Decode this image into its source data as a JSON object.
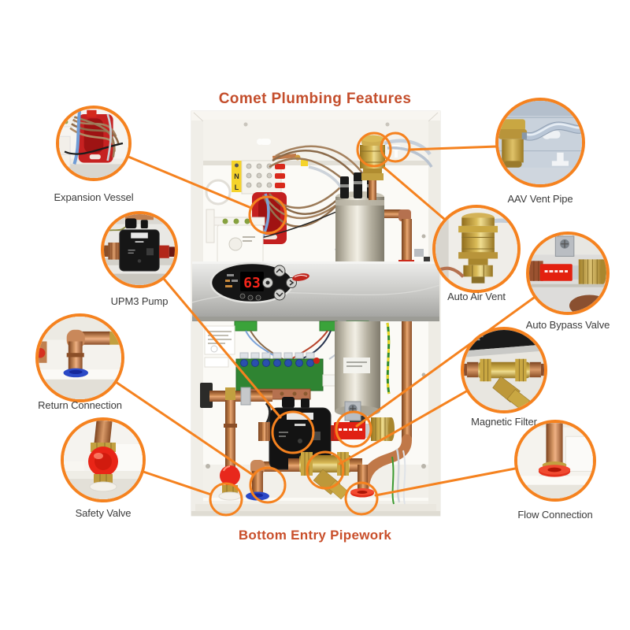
{
  "title": "Comet Plumbing Features",
  "caption": "Bottom Entry Pipework",
  "colors": {
    "accent_orange": "#F5821F",
    "heading_red": "#C44E2C",
    "label_gray": "#3B3B3B",
    "vessel_red": "#C32020",
    "copper": "#C9875A",
    "brass": "#D9BA57",
    "return_ring_blue": "#2B49C6",
    "flow_ring_red": "#E02A16"
  },
  "boiler": {
    "name": "Comet electric boiler internals",
    "terminal_labels": {
      "neutral": "N",
      "live": "L"
    },
    "display_value": "63"
  },
  "callouts": [
    {
      "id": "expansion-vessel",
      "label": "Expansion Vessel"
    },
    {
      "id": "upm3-pump",
      "label": "UPM3 Pump"
    },
    {
      "id": "return-connection",
      "label": "Return Connection"
    },
    {
      "id": "safety-valve",
      "label": "Safety Valve"
    },
    {
      "id": "aav-vent-pipe",
      "label": "AAV Vent Pipe"
    },
    {
      "id": "auto-air-vent",
      "label": "Auto Air Vent"
    },
    {
      "id": "auto-bypass-valve",
      "label": "Auto Bypass Valve"
    },
    {
      "id": "magnetic-filter",
      "label": "Magnetic Filter"
    },
    {
      "id": "flow-connection",
      "label": "Flow Connection"
    }
  ]
}
